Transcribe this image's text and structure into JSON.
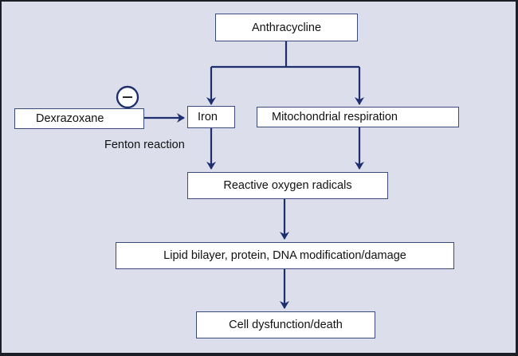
{
  "diagram": {
    "nodes": {
      "anthracycline": "Anthracycline",
      "dexrazoxane": "Dexrazoxane",
      "iron": "Iron",
      "mitochondrial": "Mitochondrial respiration",
      "ros": "Reactive oxygen radicals",
      "lipid": "Lipid bilayer, protein, DNA modification/damage",
      "cell": "Cell dysfunction/death"
    },
    "labels": {
      "fenton": "Fenton reaction",
      "inhibition_symbol": "−"
    },
    "edges": [
      {
        "from": "anthracycline",
        "to": "iron"
      },
      {
        "from": "anthracycline",
        "to": "mitochondrial"
      },
      {
        "from": "dexrazoxane",
        "to": "iron",
        "type": "inhibition"
      },
      {
        "from": "iron",
        "to": "ros",
        "label": "Fenton reaction"
      },
      {
        "from": "mitochondrial",
        "to": "ros"
      },
      {
        "from": "ros",
        "to": "lipid"
      },
      {
        "from": "lipid",
        "to": "cell"
      }
    ],
    "colors": {
      "arrow": "#1f2f6e",
      "background": "#dcdeec",
      "box_border": "#3a4a7a"
    }
  }
}
